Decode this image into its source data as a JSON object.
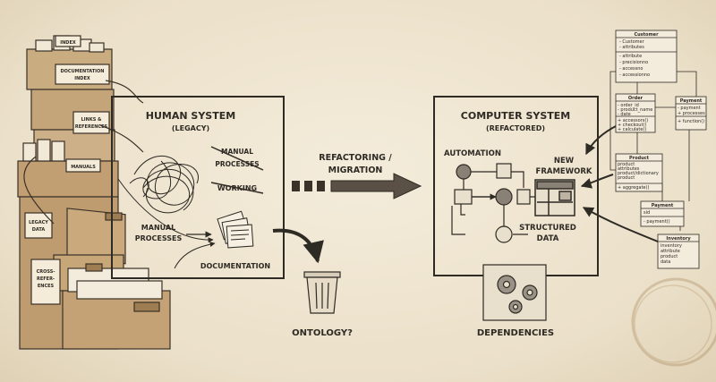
{
  "cabinet": {
    "labels": [
      "INDEX",
      "DOCUMENTATION",
      "INDEX",
      "LINKS &",
      "REFERENCES",
      "MANUALS",
      "LEGACY",
      "DATA",
      "CROSS-",
      "REFER-",
      "ENCES"
    ]
  },
  "human_system": {
    "title": "HUMAN SYSTEM",
    "subtitle": "(LEGACY)",
    "manual_processes_struck": [
      "MANUAL",
      "PROCESSES"
    ],
    "working_struck": "WORKING",
    "manual_processes": [
      "MANUAL",
      "PROCESSES"
    ],
    "documentation": "DOCUMENTATION"
  },
  "migration": {
    "label_line1": "REFACTORING /",
    "label_line2": "MIGRATION"
  },
  "ontology": "ONTOLOGY?",
  "computer_system": {
    "title": "COMPUTER SYSTEM",
    "subtitle": "(REFACTORED)",
    "automation": "AUTOMATION",
    "new_framework": [
      "NEW",
      "FRAMEWORK"
    ],
    "structured_data": [
      "STRUCTURED",
      "DATA"
    ]
  },
  "dependencies": "DEPENDENCIES",
  "uml": {
    "customer": {
      "title": "Customer",
      "rows": [
        "- Customer",
        "- attributes",
        "- attribute",
        "- precisionno",
        "- accessno",
        "- accessionno"
      ]
    },
    "order": {
      "title": "Order",
      "rows": [
        "- order_id",
        "- product_name",
        "- date",
        "+ accessors()",
        "+ checkout()",
        "+ calculate()"
      ]
    },
    "payment1": {
      "title": "Payment",
      "rows": [
        "- payment",
        "+ processes",
        "+ function()"
      ]
    },
    "product": {
      "title": "Product",
      "rows": [
        "product",
        "attributes",
        "product/dictionary",
        "product",
        "+ aggregate()"
      ]
    },
    "payment2": {
      "title": "Payment",
      "rows": [
        "sid",
        "- payment()"
      ]
    },
    "inventory": {
      "title": "Inventory",
      "rows": [
        "inventory",
        "attribute",
        "product",
        "data"
      ]
    }
  }
}
